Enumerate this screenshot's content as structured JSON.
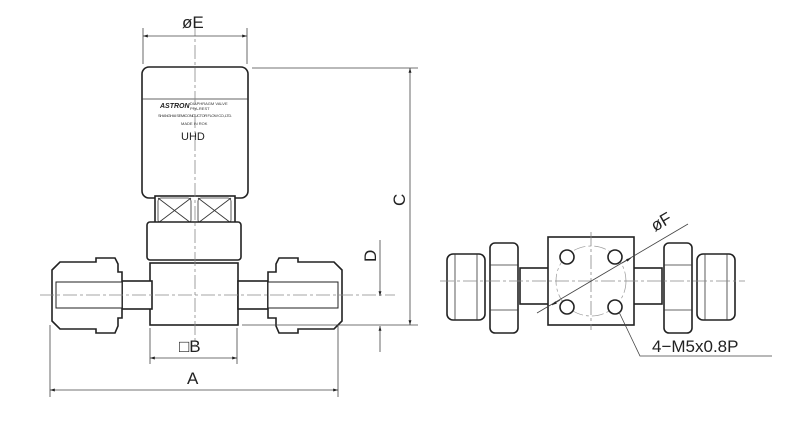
{
  "drawing": {
    "dimensions": {
      "E": "øE",
      "C": "C",
      "D": "D",
      "B": "□B",
      "A": "A",
      "F": "øF",
      "thread": "4−M5x0.8P"
    },
    "nameplate": {
      "logo": "ASTRON",
      "line1": "DIAPHRAGM VALVE",
      "line2": "PFA-REST",
      "line3": "SHANGHAI SEMICONDUCTOR FLOW CO.,LTD.",
      "origin": "MADE IN ROK",
      "model": "UHD"
    },
    "colors": {
      "line": "#222222",
      "center_line": "#888888"
    }
  }
}
